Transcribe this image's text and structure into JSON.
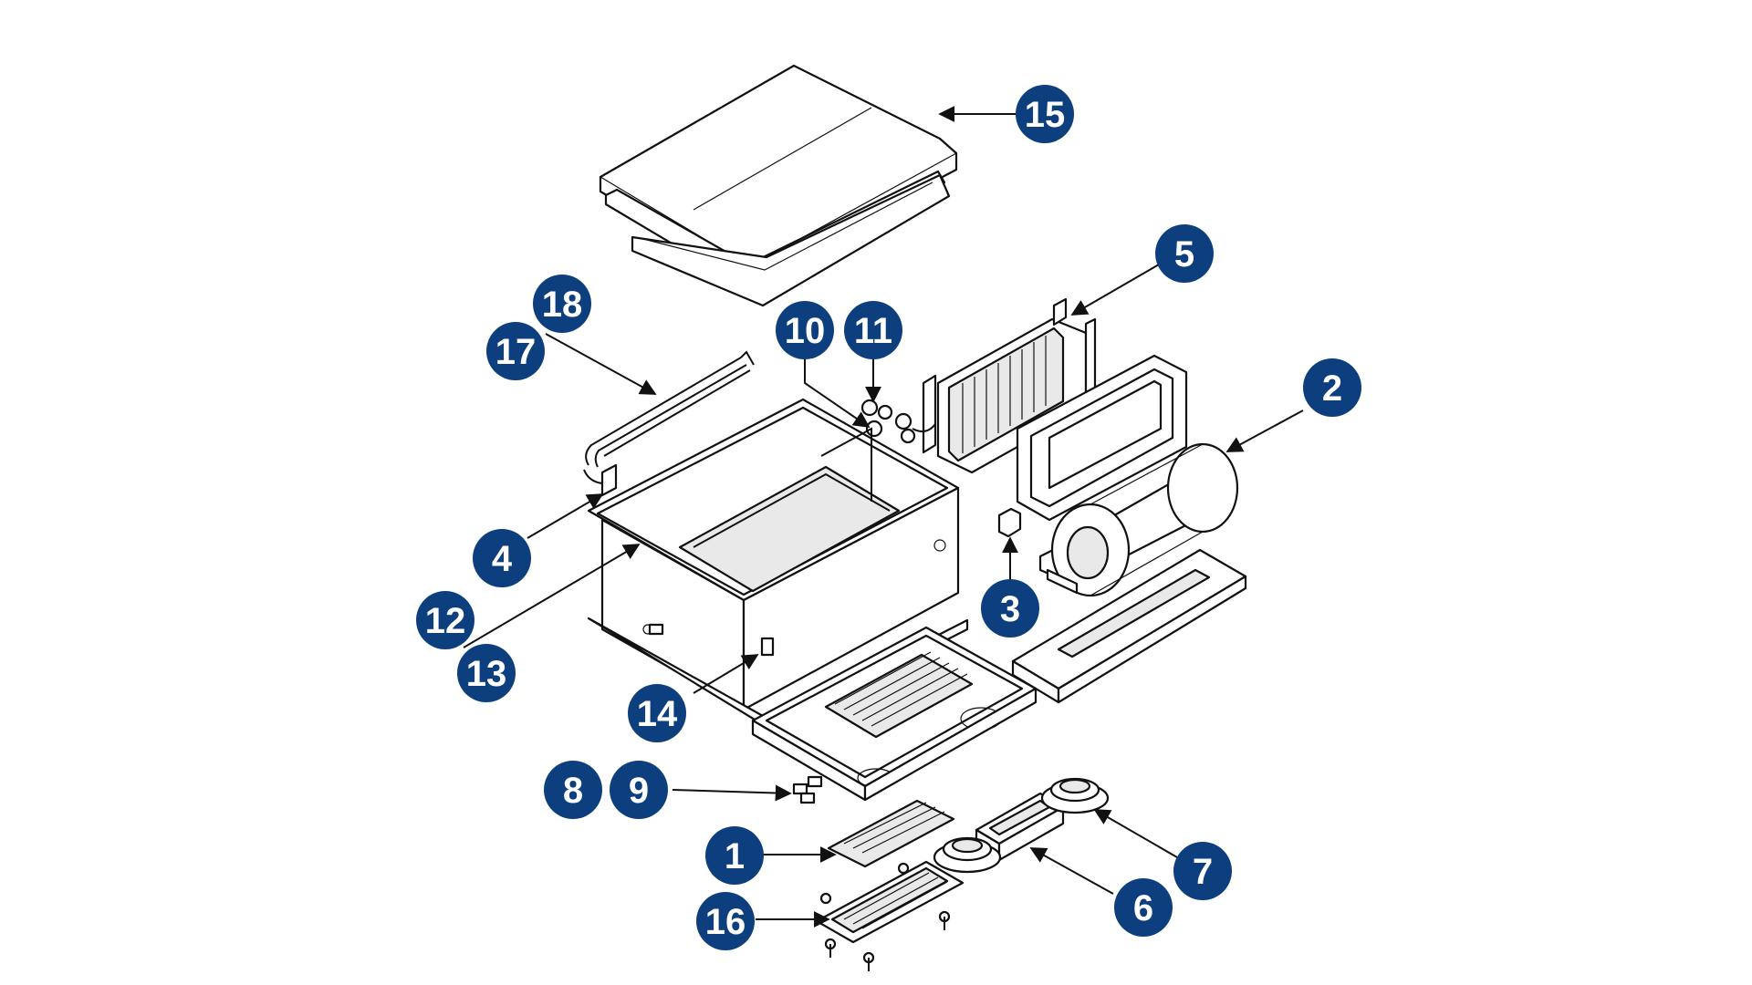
{
  "diagram": {
    "colors": {
      "callout_fill": "#0d3f7e",
      "callout_text": "#ffffff",
      "line": "#111111",
      "background": "#ffffff"
    },
    "callouts": [
      {
        "id": "15",
        "label": "15"
      },
      {
        "id": "5",
        "label": "5"
      },
      {
        "id": "18",
        "label": "18"
      },
      {
        "id": "17",
        "label": "17"
      },
      {
        "id": "10",
        "label": "10"
      },
      {
        "id": "11",
        "label": "11"
      },
      {
        "id": "2",
        "label": "2"
      },
      {
        "id": "4",
        "label": "4"
      },
      {
        "id": "3",
        "label": "3"
      },
      {
        "id": "12",
        "label": "12"
      },
      {
        "id": "13",
        "label": "13"
      },
      {
        "id": "14",
        "label": "14"
      },
      {
        "id": "8",
        "label": "8"
      },
      {
        "id": "9",
        "label": "9"
      },
      {
        "id": "1",
        "label": "1"
      },
      {
        "id": "7",
        "label": "7"
      },
      {
        "id": "6",
        "label": "6"
      },
      {
        "id": "16",
        "label": "16"
      }
    ]
  }
}
